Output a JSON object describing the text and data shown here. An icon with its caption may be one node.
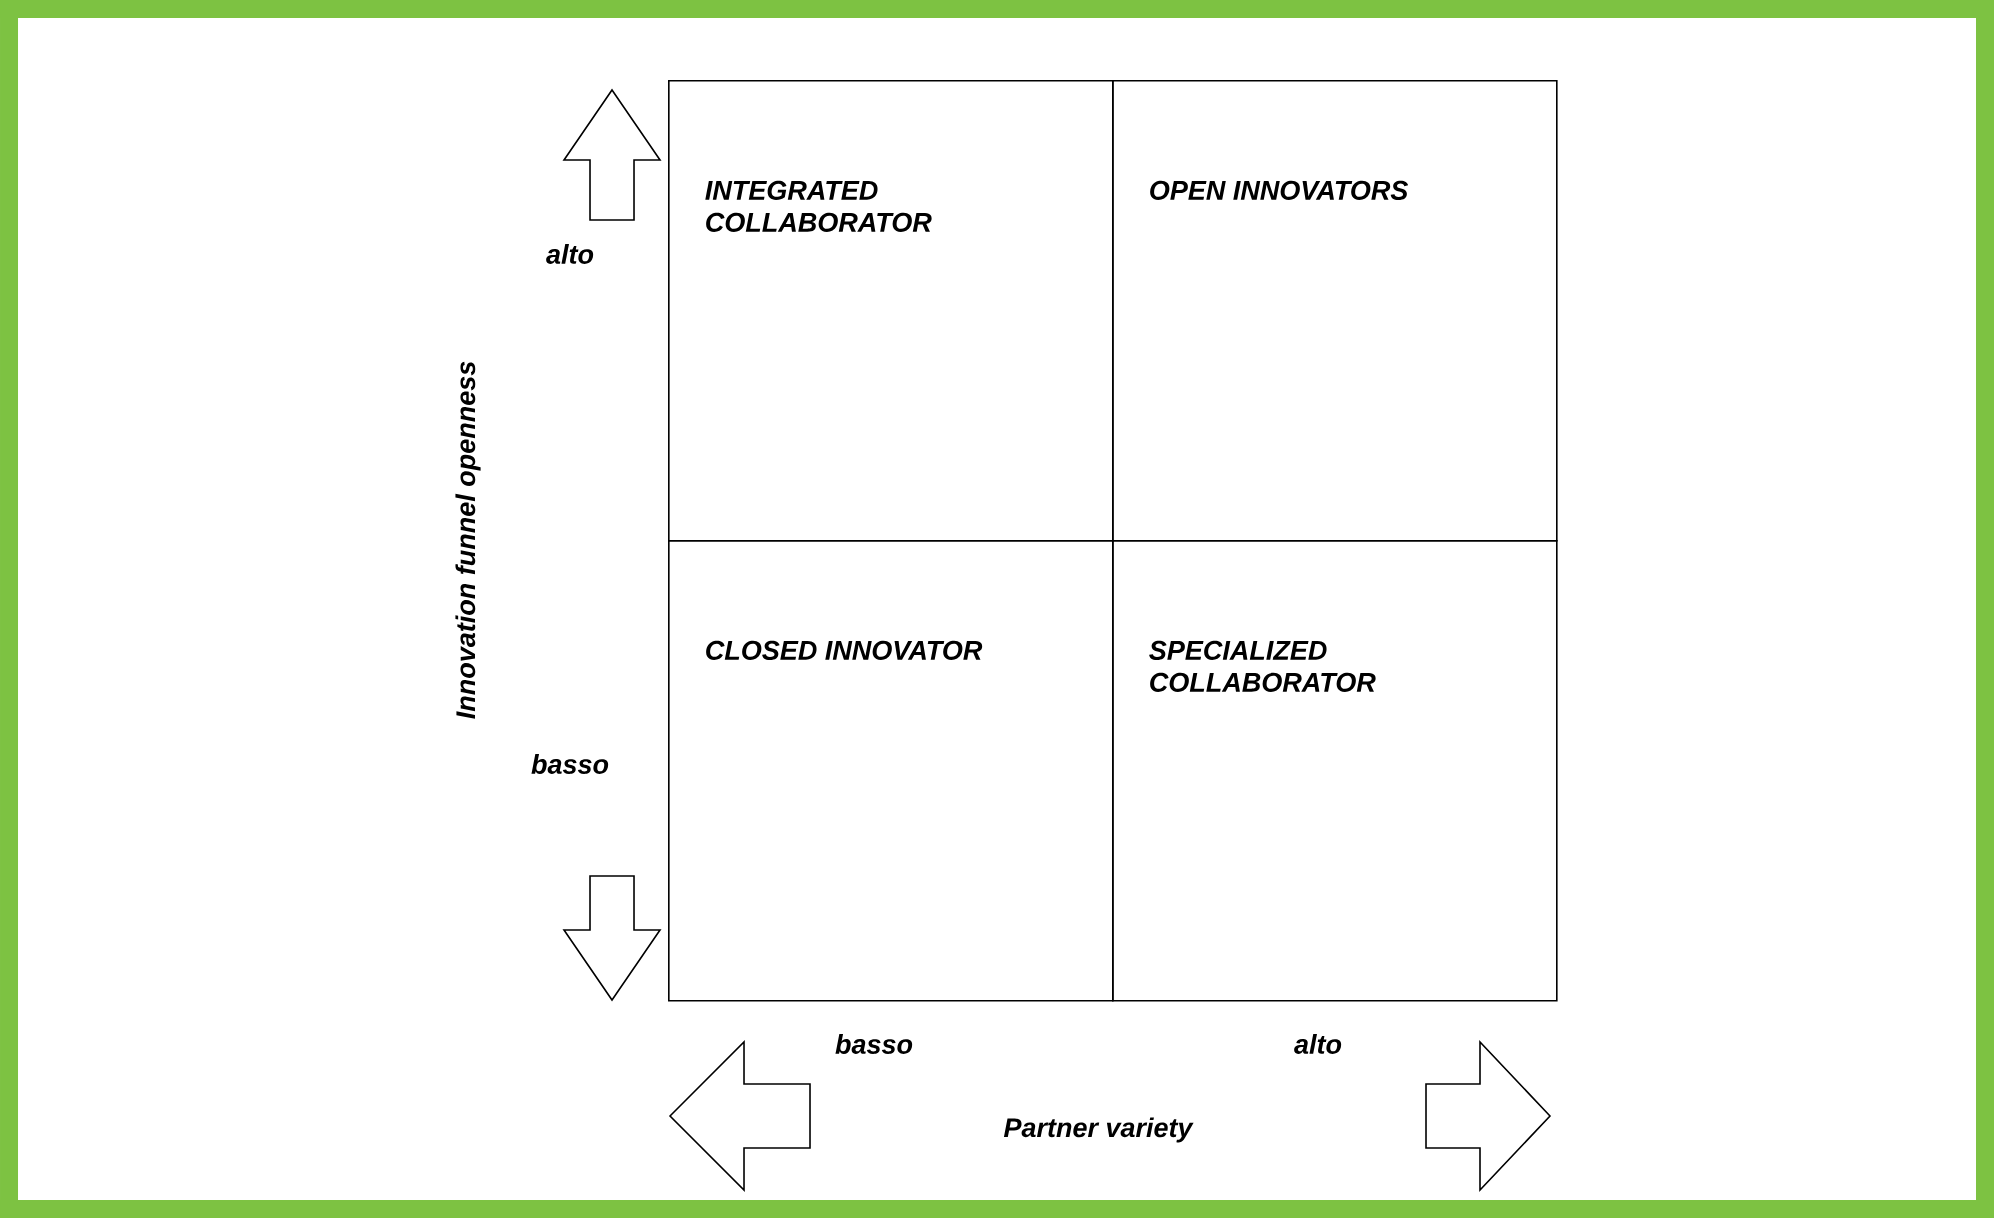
{
  "diagram": {
    "nodes": [
      {
        "text": [
          "INTEGRATED COLLABORATOR"
        ]
      },
      {
        "text": [
          "OPEN INNOVATORS"
        ]
      },
      {
        "text": [
          "CLOSED INNOVATOR"
        ]
      },
      {
        "text": [
          "SPECIALIZED COLLABORATOR"
        ]
      }
    ],
    "labels": [
      "Innovation funnel openness",
      "alto",
      "basso",
      "basso",
      "alto",
      "Partner variety"
    ]
  }
}
